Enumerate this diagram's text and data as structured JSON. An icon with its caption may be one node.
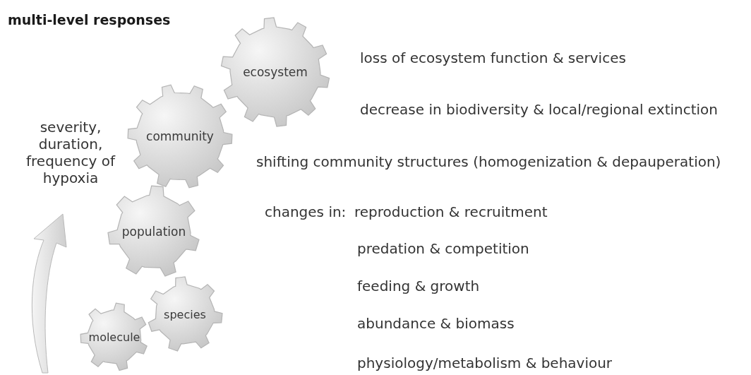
{
  "diagram": {
    "title": "multi-level responses",
    "nodes": [
      {
        "text": [
          "ecosystem"
        ]
      },
      {
        "text": [
          "community"
        ]
      },
      {
        "text": [
          "population"
        ]
      },
      {
        "text": [
          "species"
        ]
      },
      {
        "text": [
          "molecule"
        ]
      }
    ],
    "labels": [
      "severity, duration, frequency of hypoxia",
      "loss of ecosystem function & services",
      "decrease in biodiversity & local/regional extinction",
      "shifting community structures (homogenization & depauperation)",
      "changes in:",
      "reproduction & recruitment",
      "predation & competition",
      "feeding & growth",
      "abundance & biomass",
      "physiology/metabolism & behaviour"
    ]
  }
}
